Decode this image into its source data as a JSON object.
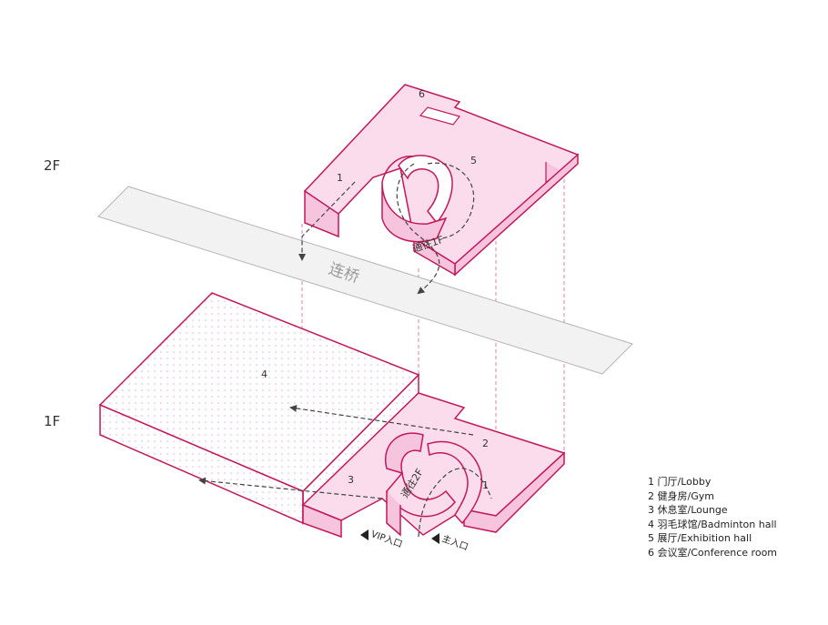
{
  "floors": {
    "upper": "2F",
    "lower": "1F"
  },
  "bridge": {
    "label": "连桥"
  },
  "stairs": {
    "to_first_floor": "通往1F",
    "to_second_floor": "通往2F"
  },
  "entrances": {
    "vip": "VIP入口",
    "main": "主入口"
  },
  "zone_numbers": {
    "second_floor": [
      "6",
      "1",
      "5"
    ],
    "first_floor": [
      "4",
      "2",
      "3",
      "1"
    ]
  },
  "legend": [
    {
      "num": "1",
      "label": "门厅/Lobby"
    },
    {
      "num": "2",
      "label": "健身房/Gym"
    },
    {
      "num": "3",
      "label": "休息室/Lounge"
    },
    {
      "num": "4",
      "label": "羽毛球馆/Badminton hall"
    },
    {
      "num": "5",
      "label": "展厅/Exhibition hall"
    },
    {
      "num": "6",
      "label": "会议室/Conference room"
    }
  ],
  "colors": {
    "outline": "#c2185b",
    "top_fill": "#fbdcec",
    "side_fill": "#f6c4dd",
    "dot": "#f0a8c8",
    "bridge_fill": "#f2f2f2",
    "bridge_stroke": "#b5b5b5",
    "guide_line": "#e07fa8",
    "arrow": "#444444"
  }
}
